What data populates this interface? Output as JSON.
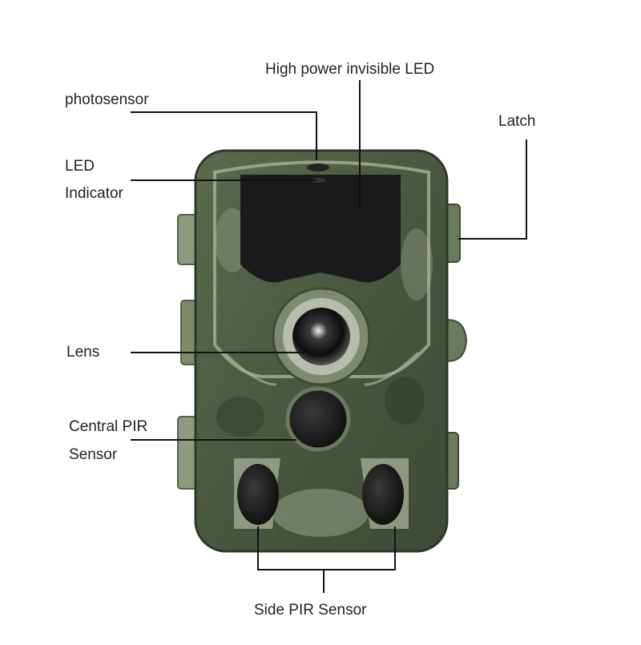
{
  "labels": {
    "high_power_led": "High power invisible LED",
    "photosensor": "photosensor",
    "latch": "Latch",
    "led_indicator_line1": "LED",
    "led_indicator_line2": "Indicator",
    "lens": "Lens",
    "central_pir_line1": "Central PIR",
    "central_pir_line2": "Sensor",
    "side_pir": "Side PIR Sensor"
  },
  "colors": {
    "camo_dark": "#3e4a35",
    "camo_mid": "#5c6b4e",
    "camo_light": "#8d9a7c",
    "window_black": "#1a1a1a",
    "callout_line": "#111111"
  }
}
